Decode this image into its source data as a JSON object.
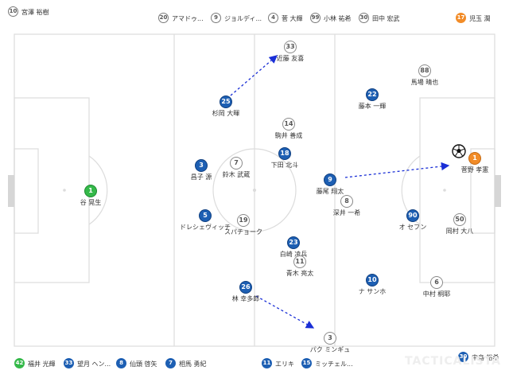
{
  "top_left_sub": {
    "number": "10",
    "name": "宮澤 裕樹"
  },
  "top_center_subs": [
    {
      "number": "20",
      "name": "アマドゥ..."
    },
    {
      "number": "9",
      "name": "ジョルディ..."
    },
    {
      "number": "4",
      "name": "菅 大輝"
    },
    {
      "number": "99",
      "name": "小林 祐希"
    },
    {
      "number": "30",
      "name": "田中 宏武"
    }
  ],
  "top_right_sub": {
    "number": "17",
    "name": "児玉 潤"
  },
  "bottom_left_subs": [
    {
      "number": "42",
      "name": "福井 光輝"
    },
    {
      "number": "33",
      "name": "望月 ヘン..."
    },
    {
      "number": "8",
      "name": "仙頭 啓矢"
    },
    {
      "number": "7",
      "name": "相馬 勇紀"
    }
  ],
  "bottom_center_subs": [
    {
      "number": "11",
      "name": "エリキ"
    },
    {
      "number": "15",
      "name": "ミッチェル..."
    }
  ],
  "bottom_right_sub": {
    "number": "30",
    "name": "中島 裕希"
  },
  "players": [
    {
      "number": "1",
      "name": "谷 晃生"
    },
    {
      "number": "3",
      "name": "昌子 源"
    },
    {
      "number": "5",
      "name": "ドレシェヴィッチ"
    },
    {
      "number": "25",
      "name": "杉岡 大暉"
    },
    {
      "number": "26",
      "name": "林 幸多郎"
    },
    {
      "number": "18",
      "name": "下田 北斗"
    },
    {
      "number": "23",
      "name": "白崎 凌兵"
    },
    {
      "number": "9",
      "name": "藤尾 翔太"
    },
    {
      "number": "22",
      "name": "藤本 一輝"
    },
    {
      "number": "90",
      "name": "オ セフン"
    },
    {
      "number": "10",
      "name": "ナ サンホ"
    },
    {
      "number": "33",
      "name": "近藤 友喜"
    },
    {
      "number": "88",
      "name": "馬場 晴也"
    },
    {
      "number": "14",
      "name": "駒井 善成"
    },
    {
      "number": "7",
      "name": "鈴木 武蔵"
    },
    {
      "number": "19",
      "name": "スパチョーク"
    },
    {
      "number": "11",
      "name": "青木 亮太"
    },
    {
      "number": "8",
      "name": "深井 一希"
    },
    {
      "number": "50",
      "name": "岡村 大八"
    },
    {
      "number": "6",
      "name": "中村 桐耶"
    },
    {
      "number": "3",
      "name": "パク ミンギュ"
    },
    {
      "number": "1",
      "name": "菅野 孝憲"
    }
  ],
  "watermark": "TACTICALISTA",
  "colors": {
    "home": "#1d5fb3",
    "home_keeper": "#35b94a",
    "away": "#ffffff",
    "away_keeper": "#f28c28",
    "pass_arrow": "#1a2fd6"
  },
  "icons": {
    "ball": "soccer-ball-icon"
  }
}
